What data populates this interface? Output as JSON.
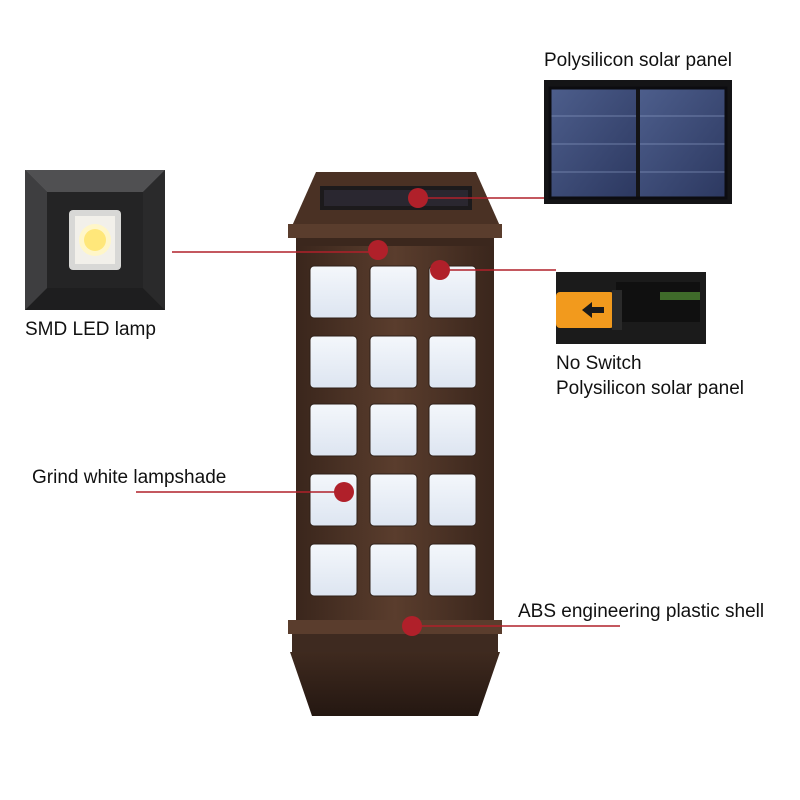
{
  "labels": {
    "solar_panel": "Polysilicon solar panel",
    "led_lamp": "SMD LED lamp",
    "switch_line1": "No Switch",
    "switch_line2": "Polysilicon solar panel",
    "lampshade": "Grind white lampshade",
    "shell": "ABS engineering plastic shell"
  },
  "colors": {
    "callout": "#b0202a",
    "lamp_body": "#4a3124",
    "lamp_window": "#e9eef6",
    "switch_tab": "#f29a1d"
  },
  "icons": {
    "switch_arrow": "arrow-left-icon"
  }
}
